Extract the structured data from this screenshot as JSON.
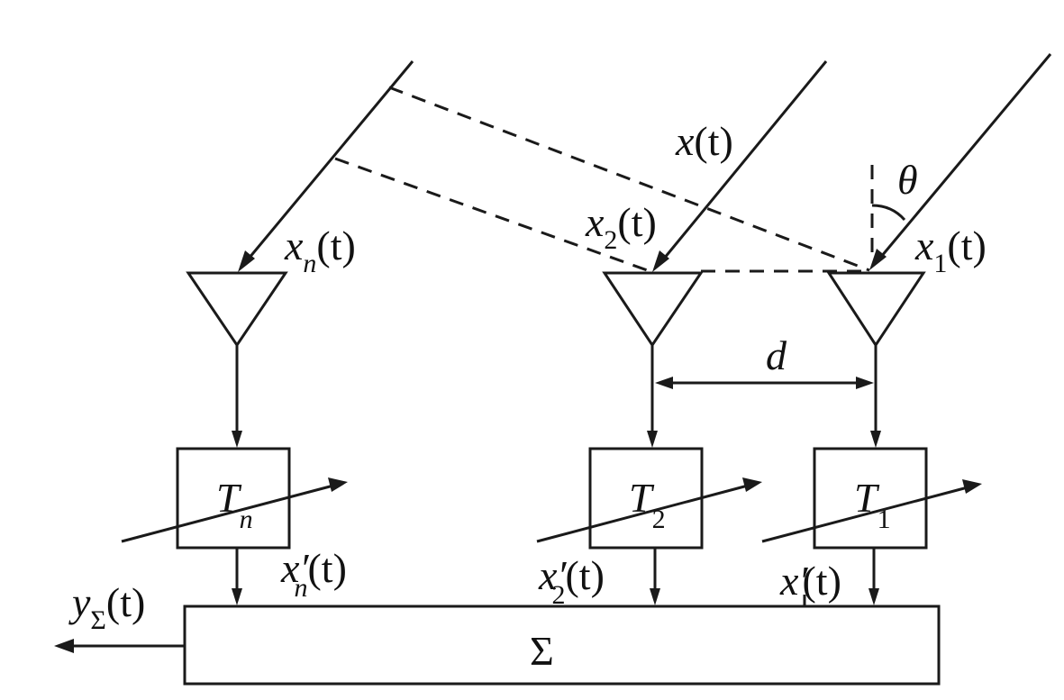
{
  "labels": {
    "x": "x",
    "x_arg": "(t)",
    "x2": "x",
    "x2_sub": "2",
    "x2_arg": "(t)",
    "x1": "x",
    "x1_sub": "1",
    "x1_arg": "(t)",
    "xn": "x",
    "xn_sub": "n",
    "xn_arg": "(t)",
    "theta": "θ",
    "d": "d",
    "Tn": "T",
    "Tn_sub": "n",
    "T2": "T",
    "T2_sub": "2",
    "T1": "T",
    "T1_sub": "1",
    "xpn": "x′",
    "xpn_sub": "n",
    "xpn_arg": "(t)",
    "xp2": "x′",
    "xp2_sub": "2",
    "xp2_arg": "(t)",
    "xp1": "x′",
    "xp1_arg": "(t)",
    "y": "y",
    "y_sub": "Σ",
    "y_arg": "(t)",
    "sum": "Σ"
  }
}
